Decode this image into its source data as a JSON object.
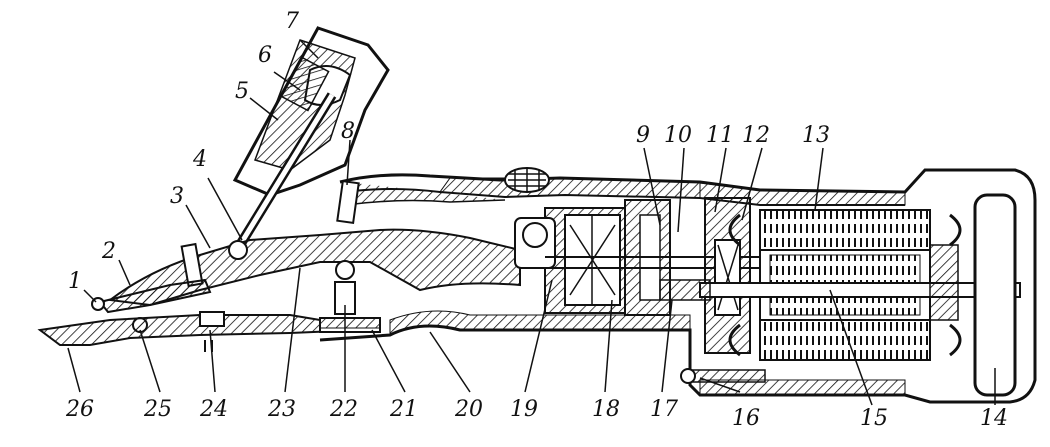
{
  "figure": {
    "part_numbers": [
      "1",
      "2",
      "3",
      "4",
      "5",
      "6",
      "7",
      "8",
      "9",
      "10",
      "11",
      "12",
      "13",
      "14",
      "15",
      "16",
      "17",
      "18",
      "19",
      "20",
      "21",
      "22",
      "23",
      "24",
      "25",
      "26"
    ]
  },
  "colors": {
    "ink": "#111111",
    "paper": "#ffffff"
  }
}
